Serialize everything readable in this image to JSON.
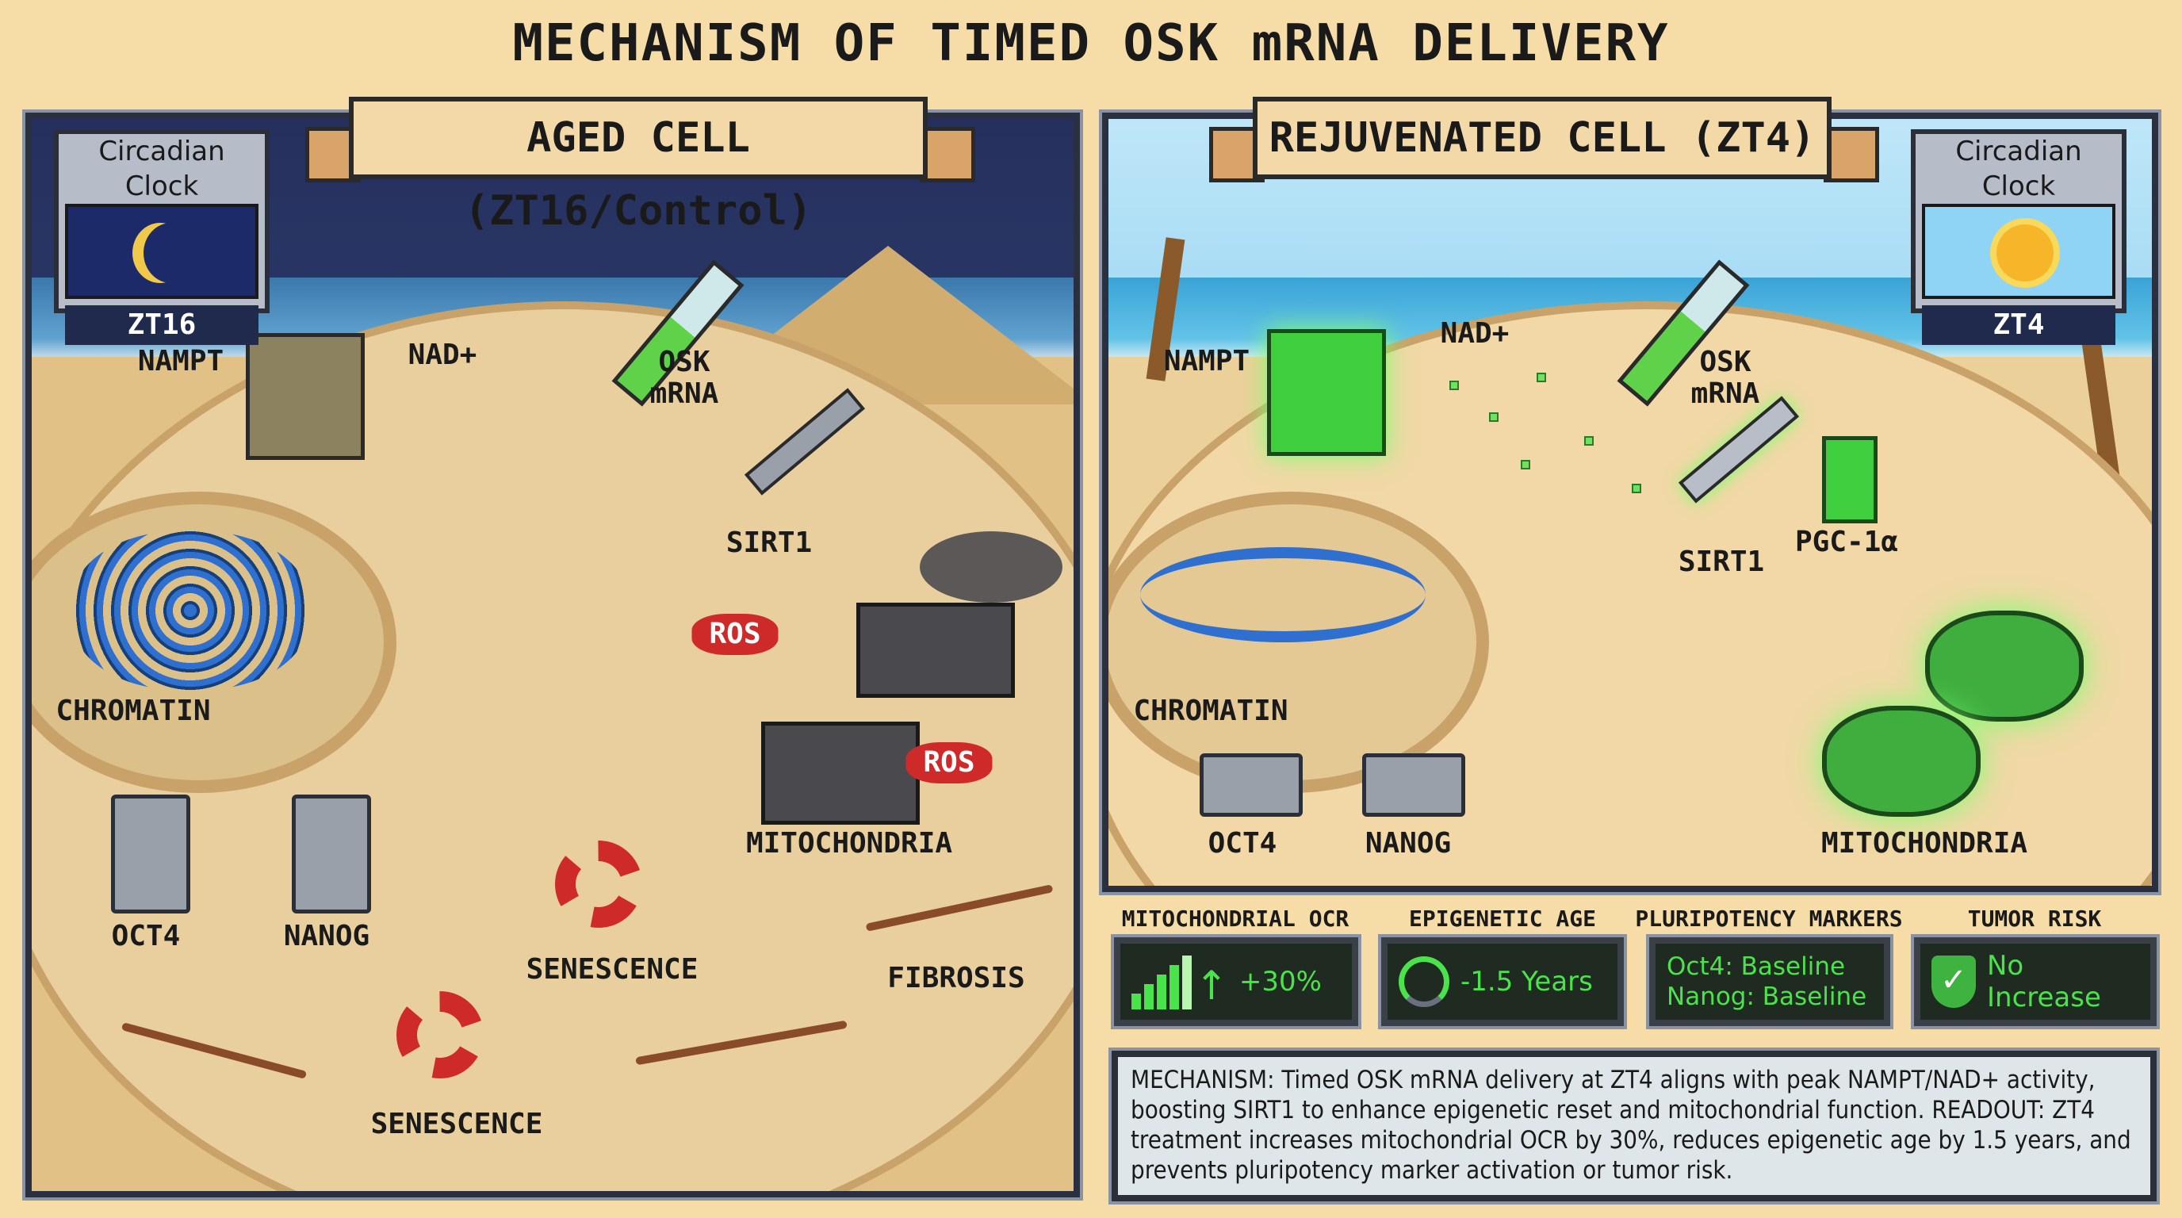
{
  "title": "MECHANISM OF TIMED OSK mRNA DELIVERY",
  "left_panel": {
    "banner": "AGED CELL (ZT16/Control)",
    "clock": {
      "label": "Circadian Clock",
      "time": "ZT16",
      "icon": "moon-icon"
    },
    "labels": {
      "nampt": "NAMPT",
      "nad": "NAD+",
      "osk": "OSK\nmRNA",
      "sirt1": "SIRT1",
      "ros1": "ROS",
      "ros2": "ROS",
      "chromatin": "CHROMATIN",
      "mitochondria": "MITOCHONDRIA",
      "oct4": "OCT4",
      "nanog": "NANOG",
      "senescence1": "SENESCENCE",
      "fibrosis": "FIBROSIS",
      "senescence2": "SENESCENCE"
    }
  },
  "right_panel": {
    "banner": "REJUVENATED CELL (ZT4)",
    "clock": {
      "label": "Circadian Clock",
      "time": "ZT4",
      "icon": "sun-icon"
    },
    "labels": {
      "nampt": "NAMPT",
      "nad": "NAD+",
      "osk": "OSK\nmRNA",
      "sirt1": "SIRT1",
      "pgc": "PGC-1α",
      "chromatin": "CHROMATIN",
      "oct4": "OCT4",
      "nanog": "NANOG",
      "mitochondria": "MITOCHONDRIA"
    }
  },
  "metrics": [
    {
      "label": "MITOCHONDRIAL OCR",
      "value": "+30%",
      "icon": "bar-chart-up-icon"
    },
    {
      "label": "EPIGENETIC AGE",
      "value": "-1.5 Years",
      "icon": "clock-rewind-icon"
    },
    {
      "label": "PLURIPOTENCY MARKERS",
      "line1": "Oct4: Baseline",
      "line2": "Nanog: Baseline"
    },
    {
      "label": "TUMOR RISK",
      "value": "No Increase",
      "icon": "shield-check-icon"
    }
  ],
  "description": "MECHANISM: Timed OSK mRNA delivery at ZT4 aligns with peak NAMPT/NAD+ activity, boosting SIRT1 to enhance epigenetic reset and mitochondrial function. READOUT: ZT4 treatment increases mitochondrial OCR by 30%, reduces epigenetic age by 1.5 years, and prevents pluripotency marker activation or tumor risk.",
  "colors": {
    "background": "#f6dca6",
    "accent_green": "#4be34b",
    "ros_red": "#cf2a2a",
    "panel_border": "#2a3040"
  }
}
